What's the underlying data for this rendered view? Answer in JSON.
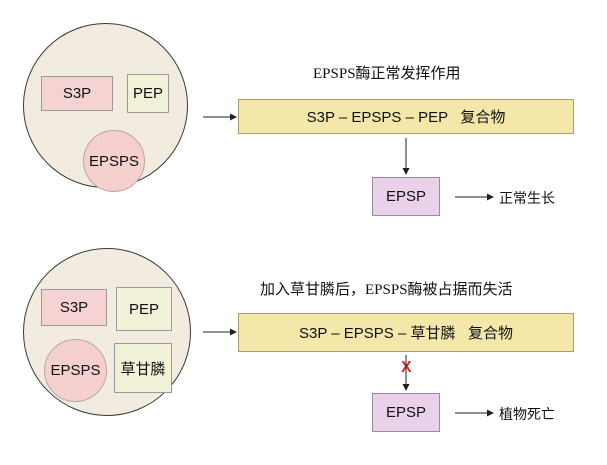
{
  "panel_top": {
    "title": "EPSPS酶正常发挥作用",
    "s3p": "S3P",
    "pep": "PEP",
    "enzyme": "EPSPS",
    "complex": "S3P – EPSPS – PEP   复合物",
    "product": "EPSP",
    "result": "正常生长"
  },
  "panel_bottom": {
    "title": "加入草甘膦后，EPSPS酶被占据而失活",
    "s3p": "S3P",
    "pep": "PEP",
    "enzyme": "EPSPS",
    "inhibitor": "草甘膦",
    "complex": "S3P – EPSPS – 草甘膦   复合物",
    "blocked_mark": "X",
    "product": "EPSP",
    "result": "植物死亡"
  },
  "colors": {
    "cell_fill": "#f1ecdf",
    "substrate_pink": "#f5d3d3",
    "substrate_cream": "#f0f1d6",
    "complex_band": "#f3e7a9",
    "product_box": "#ead1ea",
    "block_mark": "#d9301e"
  }
}
